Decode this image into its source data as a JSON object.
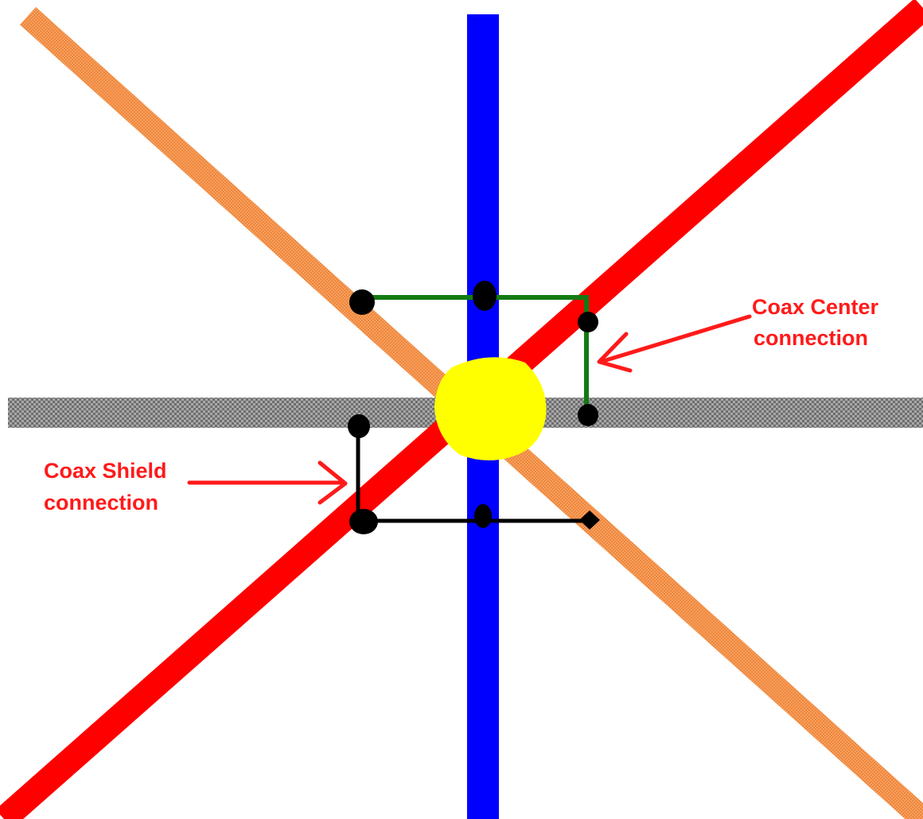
{
  "labels": {
    "center_line1": "Coax Center",
    "center_line2": "connection",
    "shield_line1": "Coax Shield",
    "shield_line2": "connection"
  },
  "colors": {
    "background": "#ffffff",
    "vertical_element": "#0000ff",
    "diagonal_red": "#ff0000",
    "diagonal_orange": "#f59a50",
    "boom": "#8c8c8c",
    "hub": "#ffff00",
    "center_wire": "#137a13",
    "shield_wire": "#000000",
    "connection_dot": "#000000",
    "callout": "#ff1a1a"
  }
}
